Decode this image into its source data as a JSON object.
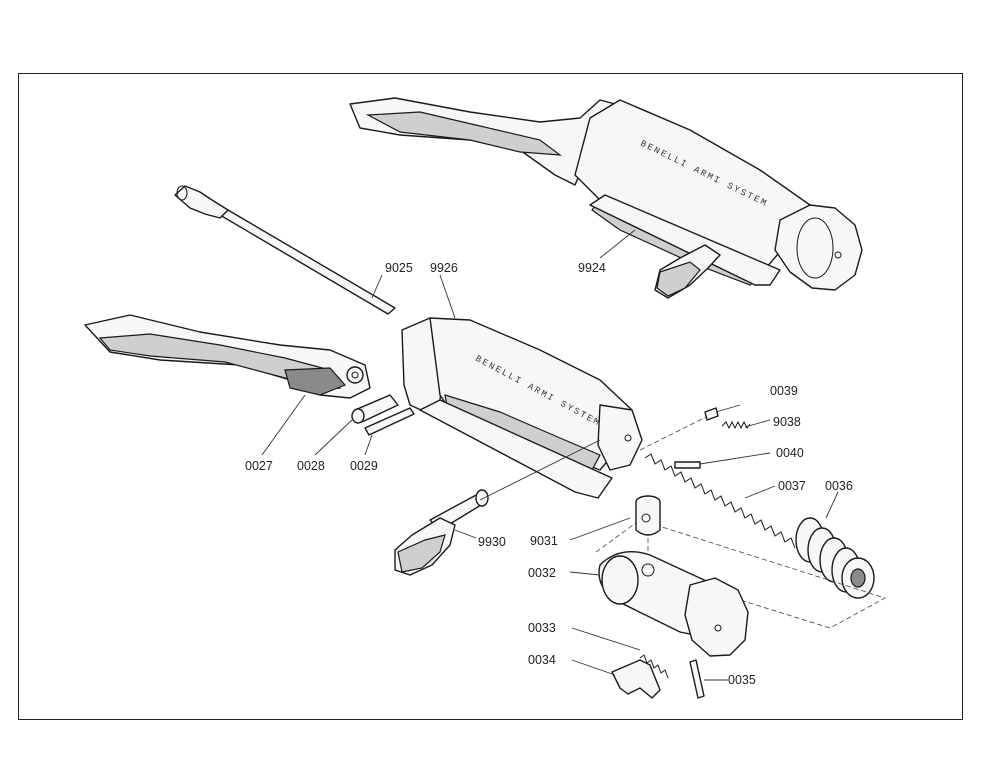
{
  "labels": {
    "p9924": "9924",
    "p9025": "9025",
    "p9926": "9926",
    "p0027": "0027",
    "p0028": "0028",
    "p0029": "0029",
    "p9930": "9930",
    "p0039": "0039",
    "p9038": "9038",
    "p0040": "0040",
    "p0037": "0037",
    "p0036": "0036",
    "p9031": "9031",
    "p0032": "0032",
    "p0033": "0033",
    "p0034": "0034",
    "p0035": "0035"
  },
  "engraving": {
    "top": "BENELLI ARMI SYSTEM",
    "exploded": "BENELLI ARMI SYSTEM"
  }
}
